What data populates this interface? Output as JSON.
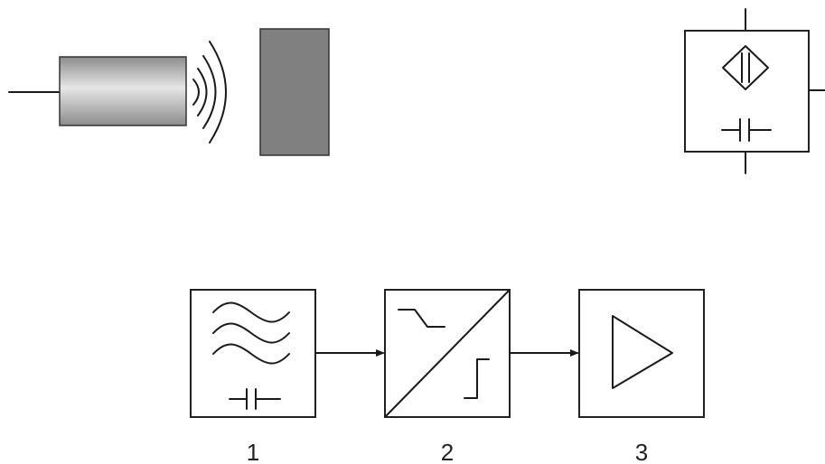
{
  "blocks": [
    {
      "number": "1",
      "icon": "wave-capacitor-icon"
    },
    {
      "number": "2",
      "icon": "signal-converter-icon"
    },
    {
      "number": "3",
      "icon": "amplifier-triangle-icon"
    }
  ],
  "colors": {
    "line": "#1a1a1a",
    "target": "#808080",
    "sensor_body_dark": "#8c8c8c",
    "sensor_body_light": "#e6e6e6"
  }
}
